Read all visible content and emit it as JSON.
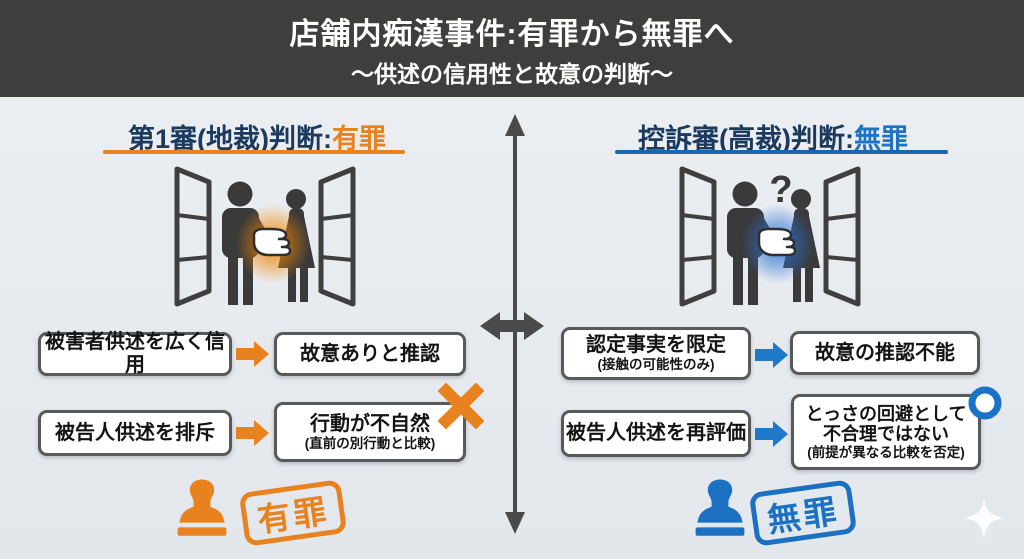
{
  "header": {
    "title": "店舗内痴漢事件:有罪から無罪へ",
    "subtitle": "〜供述の信用性と故意の判断〜"
  },
  "first_trial": {
    "heading": "第1審(地裁)判断:",
    "verdict": "有罪",
    "rows": [
      {
        "cause": "被害者供述を広く信用",
        "effect": "故意ありと推認"
      },
      {
        "cause": "被告人供述を排斥",
        "effect": "行動が不自然",
        "effect_note": "(直前の別行動と比較)",
        "mark": "×"
      }
    ],
    "stamp_label": "有罪"
  },
  "appeal_trial": {
    "heading": "控訴審(高裁)判断:",
    "verdict": "無罪",
    "rows": [
      {
        "cause": "認定事実を限定",
        "cause_note": "(接触の可能性のみ)",
        "effect": "故意の推認不能"
      },
      {
        "cause": "被告人供述を再評価",
        "effect_line1": "とっさの回避として",
        "effect_line2": "不合理ではない",
        "effect_note": "(前提が異なる比較を否定)",
        "mark": "◯"
      }
    ],
    "stamp_label": "無罪"
  },
  "scene": {
    "question_mark": "?"
  },
  "colors": {
    "guilty_accent": "#E8821E",
    "acquittal_accent": "#1B74C5",
    "heading_navy": "#1B3A5E",
    "header_background": "#3E3E3C",
    "canvas_background": "#E9EDF0",
    "box_border": "#58595B",
    "figure_gray": "#3A3A3A"
  },
  "icons": {
    "left_scene": "doors-man-woman-hand-orange-glow",
    "right_scene": "doors-man-woman-hand-blue-glow-question",
    "left_mark": "cross-icon",
    "right_mark": "circle-icon",
    "stamp": "stamp-icon",
    "center_arrows": "double-headed-arrow-icons",
    "corner": "sparkle-icon"
  }
}
